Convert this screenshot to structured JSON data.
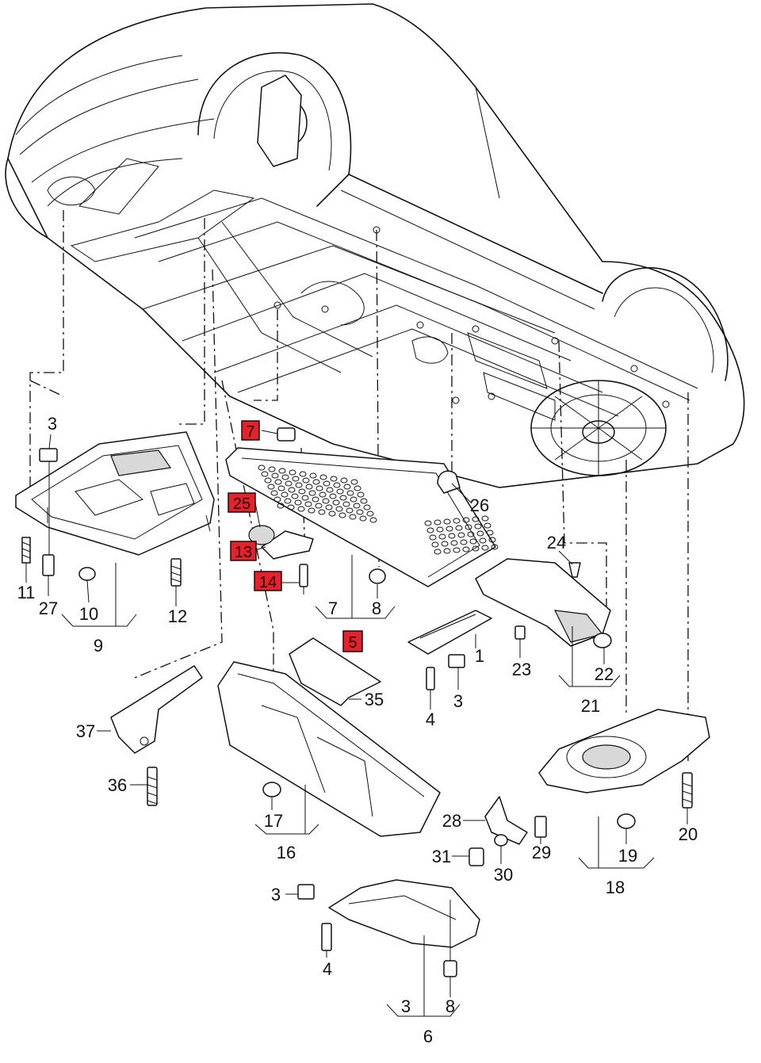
{
  "diagram": {
    "highlighted_labels": [
      "7",
      "25",
      "13",
      "14",
      "5"
    ],
    "callouts": [
      {
        "id": "c3a",
        "text": "3"
      },
      {
        "id": "c7h",
        "text": "7"
      },
      {
        "id": "c25",
        "text": "25"
      },
      {
        "id": "c13",
        "text": "13"
      },
      {
        "id": "c14",
        "text": "14"
      },
      {
        "id": "c11",
        "text": "11"
      },
      {
        "id": "c27",
        "text": "27"
      },
      {
        "id": "c10",
        "text": "10"
      },
      {
        "id": "c12",
        "text": "12"
      },
      {
        "id": "c9",
        "text": "9"
      },
      {
        "id": "c7b",
        "text": "7"
      },
      {
        "id": "c8a",
        "text": "8"
      },
      {
        "id": "c5",
        "text": "5"
      },
      {
        "id": "c1",
        "text": "1"
      },
      {
        "id": "c3b",
        "text": "3"
      },
      {
        "id": "c4a",
        "text": "4"
      },
      {
        "id": "c26",
        "text": "26"
      },
      {
        "id": "c24",
        "text": "24"
      },
      {
        "id": "c23",
        "text": "23"
      },
      {
        "id": "c22",
        "text": "22"
      },
      {
        "id": "c21",
        "text": "21"
      },
      {
        "id": "c35",
        "text": "35"
      },
      {
        "id": "c37",
        "text": "37"
      },
      {
        "id": "c36",
        "text": "36"
      },
      {
        "id": "c17",
        "text": "17"
      },
      {
        "id": "c16",
        "text": "16"
      },
      {
        "id": "c28",
        "text": "28"
      },
      {
        "id": "c29",
        "text": "29"
      },
      {
        "id": "c31",
        "text": "31"
      },
      {
        "id": "c30",
        "text": "30"
      },
      {
        "id": "c19",
        "text": "19"
      },
      {
        "id": "c18",
        "text": "18"
      },
      {
        "id": "c20",
        "text": "20"
      },
      {
        "id": "c3c",
        "text": "3"
      },
      {
        "id": "c4b",
        "text": "4"
      },
      {
        "id": "c3d",
        "text": "3"
      },
      {
        "id": "c8b",
        "text": "8"
      },
      {
        "id": "c6",
        "text": "6"
      }
    ]
  }
}
